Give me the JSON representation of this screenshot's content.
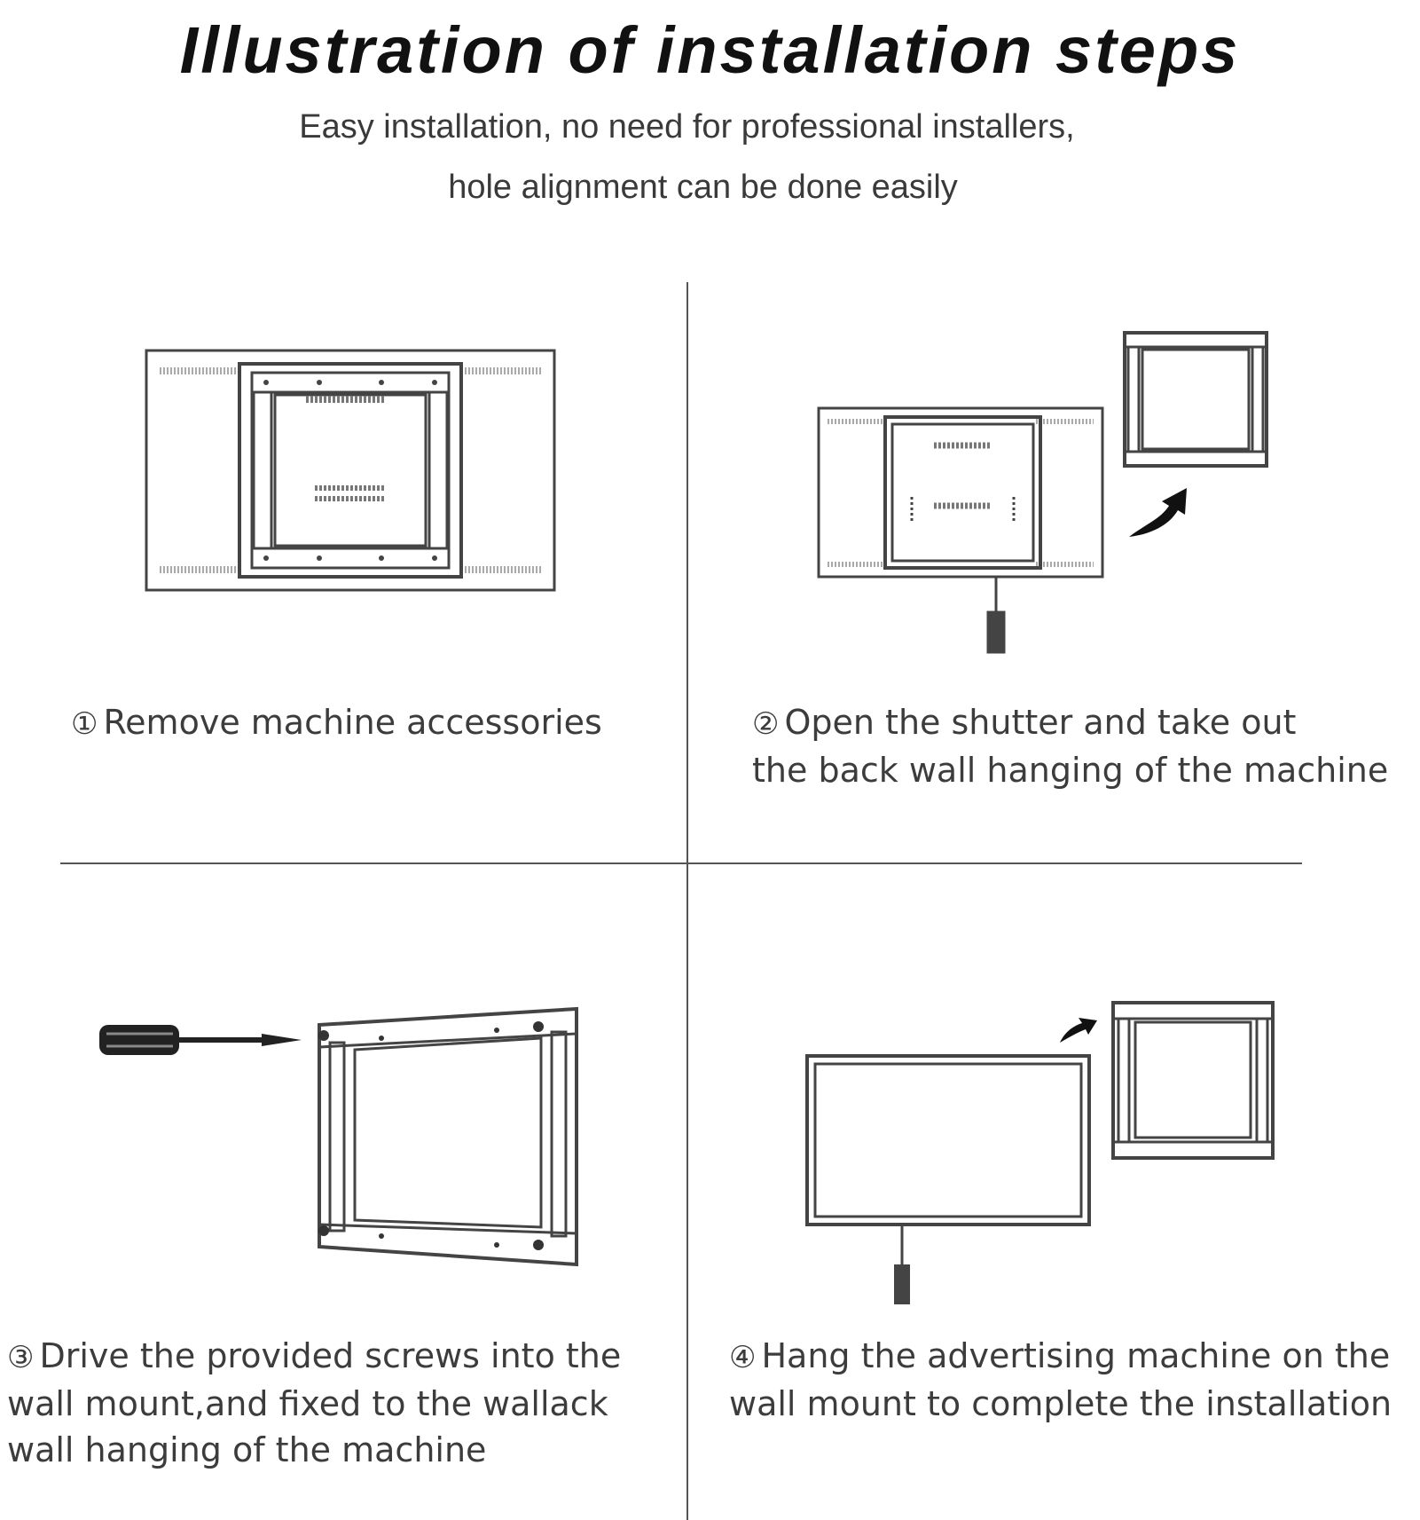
{
  "header": {
    "title": "Illustration of installation steps",
    "subtitle_line1": "Easy installation, no need for professional installers,",
    "subtitle_line2": "hole alignment can be done easily"
  },
  "steps": [
    {
      "number": "①",
      "lines": [
        "Remove machine accessories"
      ]
    },
    {
      "number": "②",
      "lines": [
        "Open the shutter and take out",
        "the back wall hanging of the machine"
      ]
    },
    {
      "number": "③",
      "lines": [
        "Drive the provided screws into the",
        "wall mount,and fixed to the wallack",
        "wall hanging of the machine"
      ]
    },
    {
      "number": "④",
      "lines": [
        "Hang the advertising machine on the",
        "wall mount to complete the installation"
      ]
    }
  ],
  "icons": {
    "step1": "tv-back-with-bracket-icon",
    "step2": "bracket-removal-icon",
    "step3": "screwdriver-bracket-icon",
    "step4": "hang-machine-icon"
  },
  "colors": {
    "line": "#555555",
    "text": "#3c3c3c",
    "title": "#111111"
  }
}
